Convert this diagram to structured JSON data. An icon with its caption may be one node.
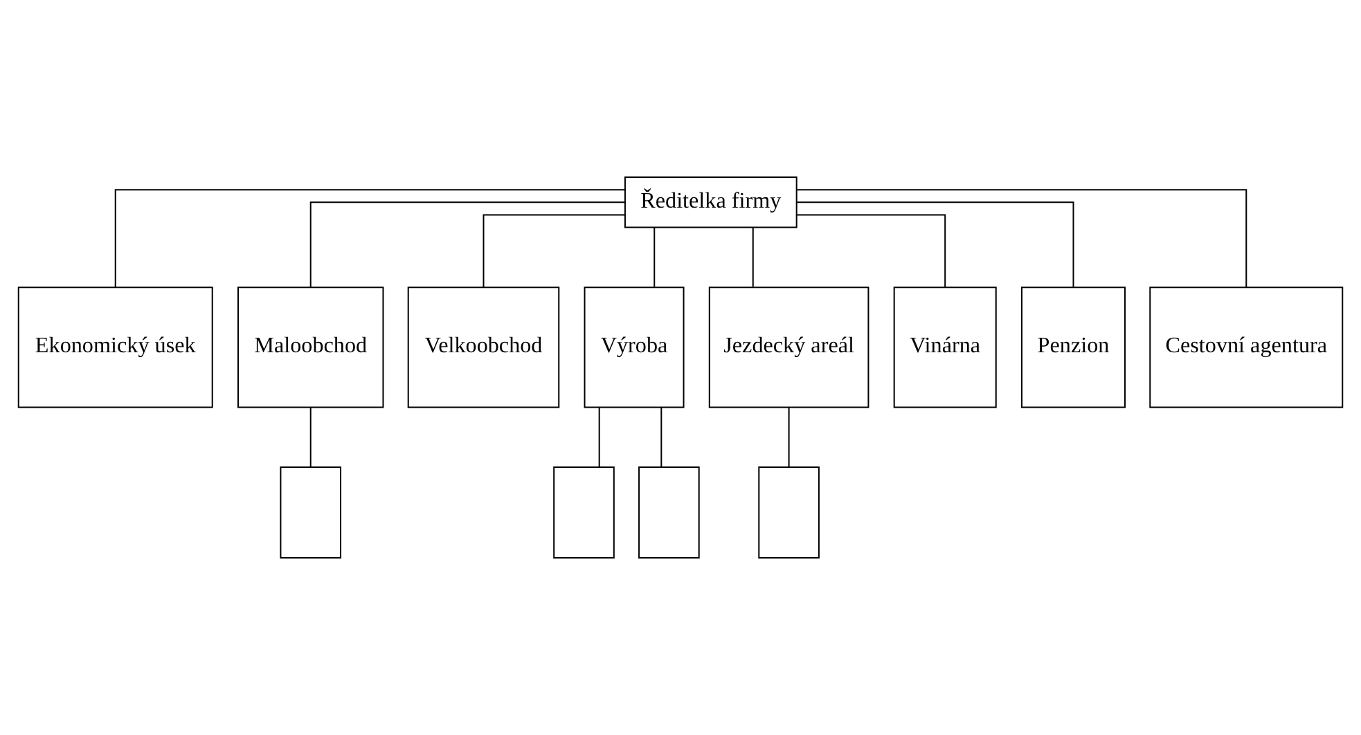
{
  "diagram": {
    "nodes": [
      {
        "text": [
          "Ředitelka firmy"
        ]
      },
      {
        "text": [
          "Ekonomický úsek"
        ]
      },
      {
        "text": [
          "Maloobchod"
        ]
      },
      {
        "text": [
          "Velkoobchod"
        ]
      },
      {
        "text": [
          "Výroba"
        ]
      },
      {
        "text": [
          "Jezdecký areál"
        ]
      },
      {
        "text": [
          "Vinárna"
        ]
      },
      {
        "text": [
          "Penzion"
        ]
      },
      {
        "text": [
          "Cestovní agentura"
        ]
      },
      {
        "text": [],
        "shape": "box"
      },
      {
        "text": [],
        "shape": "box"
      },
      {
        "text": [],
        "shape": "box"
      },
      {
        "text": [],
        "shape": "box"
      }
    ],
    "edges": [
      {
        "from": 0,
        "to": 1,
        "arrow": "none"
      },
      {
        "from": 0,
        "to": 2,
        "arrow": "none"
      },
      {
        "from": 0,
        "to": 3,
        "arrow": "none"
      },
      {
        "from": 0,
        "to": 4,
        "arrow": "none"
      },
      {
        "from": 0,
        "to": 5,
        "arrow": "none"
      },
      {
        "from": 0,
        "to": 6,
        "arrow": "none"
      },
      {
        "from": 0,
        "to": 7,
        "arrow": "none"
      },
      {
        "from": 0,
        "to": 8,
        "arrow": "none"
      },
      {
        "from": 2,
        "to": 9,
        "arrow": "none"
      },
      {
        "from": 4,
        "to": 10,
        "arrow": "none"
      },
      {
        "from": 4,
        "to": 11,
        "arrow": "none"
      },
      {
        "from": 5,
        "to": 12,
        "arrow": "none"
      }
    ]
  }
}
